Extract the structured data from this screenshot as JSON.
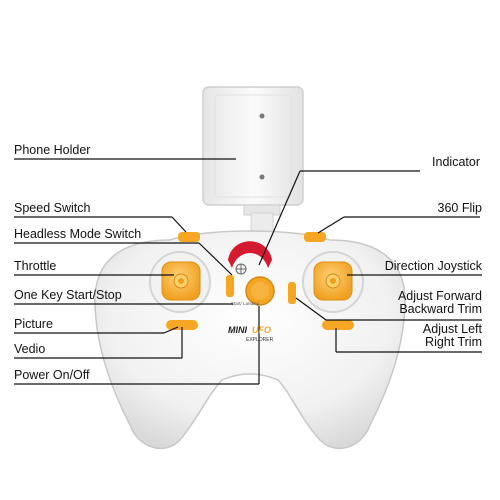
{
  "labels": {
    "left": {
      "phone_holder": "Phone Holder",
      "speed_switch": "Speed Switch",
      "headless_mode_switch": "Headless Mode Switch",
      "throttle": "Throttle",
      "one_key_start_stop": "One Key Start/Stop",
      "picture": "Picture",
      "vedio": "Vedio",
      "power_on_off": "Power On/Off"
    },
    "right": {
      "indicator": "Indicator",
      "flip_360": "360 Flip",
      "direction_joystick": "Direction  Joystick",
      "adjust_forward_backward_trim_line1": "Adjust Forward",
      "adjust_forward_backward_trim_line2": "Backward  Trim",
      "adjust_left_right_trim_line1": "Adjust Left",
      "adjust_left_right_trim_line2": "Right  Trim"
    }
  },
  "device": {
    "brand_text": "MINI",
    "brand_text_accent": "UFO",
    "model_text": "EXPLORER",
    "button_caption": "Start/ Landing"
  },
  "colors": {
    "body": "#f3f3f3",
    "accent_orange": "#f5a623",
    "indicator_red": "#d0021b",
    "leader_line": "#111111"
  }
}
